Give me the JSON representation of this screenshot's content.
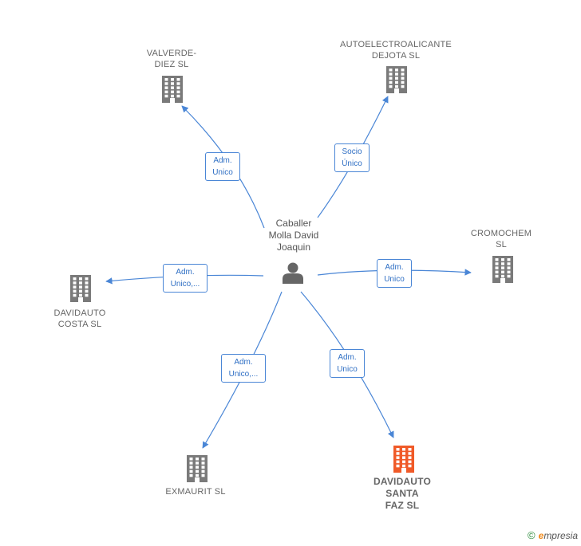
{
  "center": {
    "name_lines": [
      "Caballer",
      "Molla David",
      "Joaquin"
    ],
    "icon": "person-icon"
  },
  "companies": [
    {
      "id": "valverde",
      "lines": [
        "VALVERDE-",
        "DIEZ  SL"
      ],
      "highlight": false
    },
    {
      "id": "autoelectro",
      "lines": [
        "AUTOELECTROALICANTE",
        "DEJOTA  SL"
      ],
      "highlight": false
    },
    {
      "id": "cromochem",
      "lines": [
        "CROMOCHEM",
        "SL"
      ],
      "highlight": false
    },
    {
      "id": "davidauto-costa",
      "lines": [
        "DAVIDAUTO",
        "COSTA  SL"
      ],
      "highlight": false
    },
    {
      "id": "exmaurit",
      "lines": [
        "EXMAURIT  SL"
      ],
      "highlight": false
    },
    {
      "id": "davidauto-santa",
      "lines": [
        "DAVIDAUTO",
        "SANTA",
        "FAZ  SL"
      ],
      "highlight": true
    }
  ],
  "edges": [
    {
      "to": "valverde",
      "label_lines": [
        "Adm.",
        "Unico"
      ]
    },
    {
      "to": "autoelectro",
      "label_lines": [
        "Socio",
        "Único"
      ]
    },
    {
      "to": "cromochem",
      "label_lines": [
        "Adm.",
        "Unico"
      ]
    },
    {
      "to": "davidauto-costa",
      "label_lines": [
        "Adm.",
        "Unico,..."
      ]
    },
    {
      "to": "exmaurit",
      "label_lines": [
        "Adm.",
        "Unico,..."
      ]
    },
    {
      "to": "davidauto-santa",
      "label_lines": [
        "Adm.",
        "Unico"
      ]
    }
  ],
  "colors": {
    "edge": "#4a86d6",
    "building": "#7a7a7a",
    "building_highlight": "#f05a28",
    "person": "#666666"
  },
  "footer": {
    "copyright": "©",
    "brand_initial": "e",
    "brand_rest": "mpresia"
  }
}
